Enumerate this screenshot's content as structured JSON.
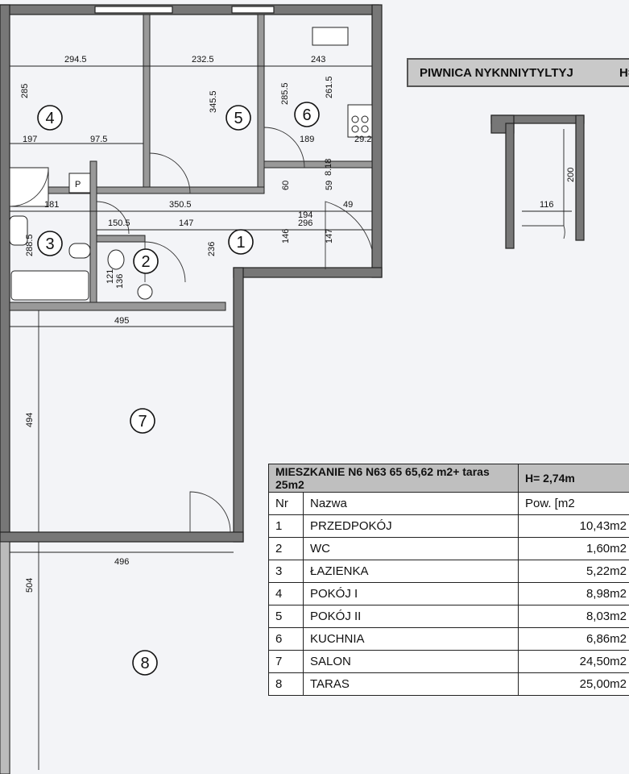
{
  "basement": {
    "title": "PIWNICA NYKNNIYTYLTYJ",
    "height_label": "H=",
    "dims": {
      "width": "116",
      "depth": "200"
    }
  },
  "table": {
    "caption": "MIESZKANIE N6 N63 65 65,62 m2+ taras 25m2",
    "height": "H= 2,74m",
    "headers": {
      "nr": "Nr",
      "name": "Nazwa",
      "area": "Pow. [m2"
    },
    "rows": [
      {
        "nr": "1",
        "name": "PRZEDPOKÓJ",
        "area": "10,43m2"
      },
      {
        "nr": "2",
        "name": "WC",
        "area": "1,60m2"
      },
      {
        "nr": "3",
        "name": "ŁAZIENKA",
        "area": "5,22m2"
      },
      {
        "nr": "4",
        "name": "POKÓJ I",
        "area": "8,98m2"
      },
      {
        "nr": "5",
        "name": "POKÓJ II",
        "area": "8,03m2"
      },
      {
        "nr": "6",
        "name": "KUCHNIA",
        "area": "6,86m2"
      },
      {
        "nr": "7",
        "name": "SALON",
        "area": "24,50m2"
      },
      {
        "nr": "8",
        "name": "TARAS",
        "area": "25,00m2"
      }
    ]
  },
  "rooms": [
    "1",
    "2",
    "3",
    "4",
    "5",
    "6",
    "7",
    "8"
  ],
  "fixture_labels": {
    "p": "P"
  },
  "dimensions": {
    "r4_width": "294.5",
    "r5_width": "232.5",
    "r6_width": "243",
    "r4_height": "285",
    "r5_height": "345.5",
    "r6_h1": "285.5",
    "r6_h2": "261.5",
    "r4_sub1": "197",
    "r4_sub2": "97.5",
    "r6_sub1": "189",
    "r6_sub2": "29.2",
    "k_small": "8.18",
    "d60": "60",
    "d59": "59",
    "bath_w": "181",
    "hall_w": "350.5",
    "d194": "194",
    "d49": "49",
    "d150": "150.5",
    "d147a": "147",
    "d296": "296",
    "bath_h": "288.5",
    "d236": "236",
    "d146": "146",
    "d147b": "147",
    "wc_a": "121",
    "wc_b": "136",
    "salon_w": "495",
    "salon_h": "494",
    "terrace_w": "496",
    "terrace_h": "504"
  }
}
